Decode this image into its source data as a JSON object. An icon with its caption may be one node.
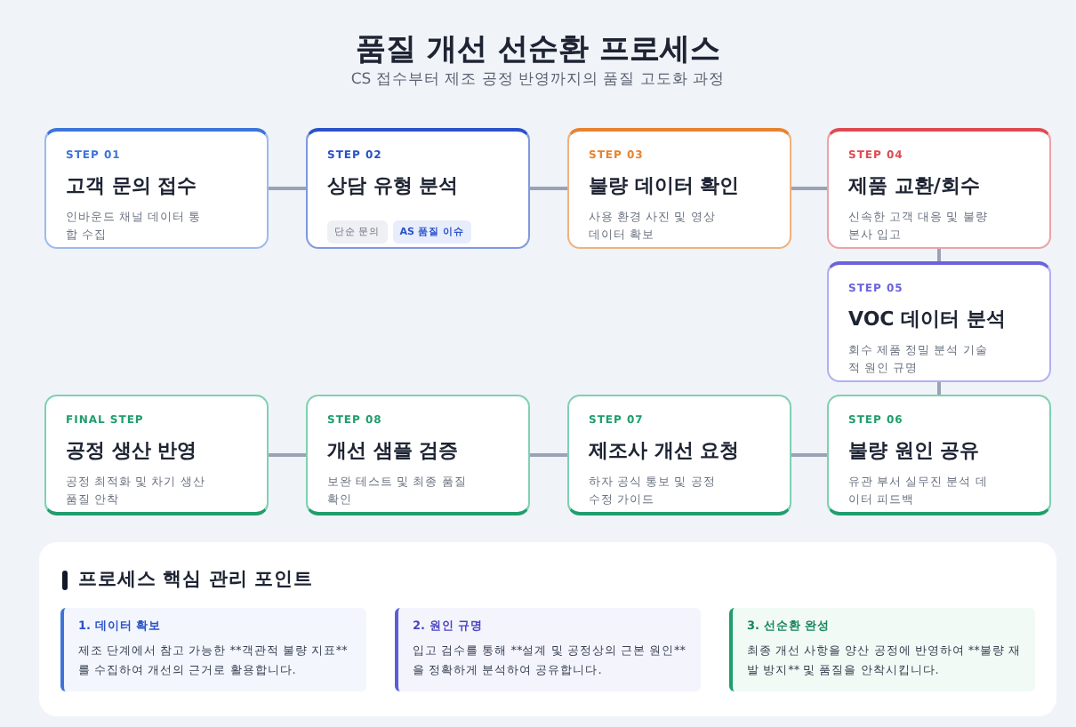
{
  "diagram": {
    "title": "품질 개선 선순환 프로세스",
    "caption": "CS 접수부터 제조 공정 반영까지의 품질 고도화 과정",
    "nodes": [
      {
        "text": [
          "STEP 01",
          "고객 문의 접수",
          "인바운드 채널 데이터 통합 수집"
        ]
      },
      {
        "text": [
          "STEP 02",
          "상담 유형 분석",
          "단순 문의",
          "AS 품질 이슈"
        ]
      },
      {
        "text": [
          "STEP 03",
          "불량 데이터 확인",
          "사용 환경 사진 및 영상 데이터 확보"
        ]
      },
      {
        "text": [
          "STEP 04",
          "제품 교환/회수",
          "신속한 고객 대응 및 불량 본사 입고"
        ]
      },
      {
        "text": [
          "STEP 05",
          "VOC 데이터 분석",
          "회수 제품 정밀 분석 기술적 원인 규명"
        ]
      },
      {
        "text": [
          "FINAL STEP",
          "공정 생산 반영",
          "공정 최적화 및 차기 생산 품질 안착"
        ]
      },
      {
        "text": [
          "STEP 08",
          "개선 샘플 검증",
          "보완 테스트 및 최종 품질 확인"
        ]
      },
      {
        "text": [
          "STEP 07",
          "제조사 개선 요청",
          "하자 공식 통보 및 공정 수정 가이드"
        ]
      },
      {
        "text": [
          "STEP 06",
          "불량 원인 공유",
          "유관 부서 실무진 분석 데이터 피드백"
        ]
      },
      {
        "text": [
          "프로세스 핵심 관리 포인트"
        ]
      },
      {
        "text": [
          "1. 데이터 확보",
          "제조 단계에서 참고 가능한 **객관적 불량 지표**를 수집하여 개선의 근거로 활용합니다."
        ],
        "in": 9
      },
      {
        "text": [
          "2. 원인 규명",
          "입고 검수를 통해 **설계 및 공정상의 근본 원인**을 정확하게 분석하여 공유합니다."
        ],
        "in": 9
      },
      {
        "text": [
          "3. 선순환 완성",
          "최종 개선 사항을 양산 공정에 반영하여 **불량 재발 방지** 및 품질을 안착시킵니다."
        ],
        "in": 9
      }
    ],
    "edges": [
      {
        "from": 0,
        "to": 1,
        "arrow": "none"
      },
      {
        "from": 1,
        "to": 2,
        "arrow": "none"
      },
      {
        "from": 2,
        "to": 3,
        "arrow": "none"
      },
      {
        "from": 3,
        "to": 4,
        "arrow": "none"
      },
      {
        "from": 4,
        "to": 8,
        "arrow": "none"
      },
      {
        "from": 8,
        "to": 7,
        "arrow": "none"
      },
      {
        "from": 7,
        "to": 6,
        "arrow": "none"
      },
      {
        "from": 6,
        "to": 5,
        "arrow": "none"
      }
    ]
  }
}
